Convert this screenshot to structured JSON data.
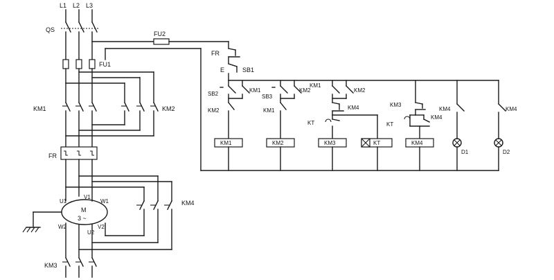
{
  "power": {
    "phases": [
      "L1",
      "L2",
      "L3"
    ],
    "qs": "QS",
    "fu1": "FU1",
    "km1": "KM1",
    "km2": "KM2",
    "fr": "FR",
    "motor": {
      "name": "M",
      "type": "3 ~",
      "u1": "U1",
      "v1": "V1",
      "w1": "W1",
      "w2": "W2",
      "u2": "U2",
      "v2": "V2"
    },
    "km4": "KM4",
    "km3": "KM3"
  },
  "control": {
    "fu2": "FU2",
    "fr": "FR",
    "e": "E",
    "sb1": "SB1",
    "sb2": "SB2",
    "sb3": "SB3",
    "km1": "KM1",
    "km2": "KM2",
    "km4": "KM4",
    "kt": "KT",
    "km3": "KM3",
    "coils": [
      "KM1",
      "KM2",
      "KM3",
      "KT",
      "KM4"
    ],
    "lamps": [
      "D1",
      "D2"
    ]
  }
}
